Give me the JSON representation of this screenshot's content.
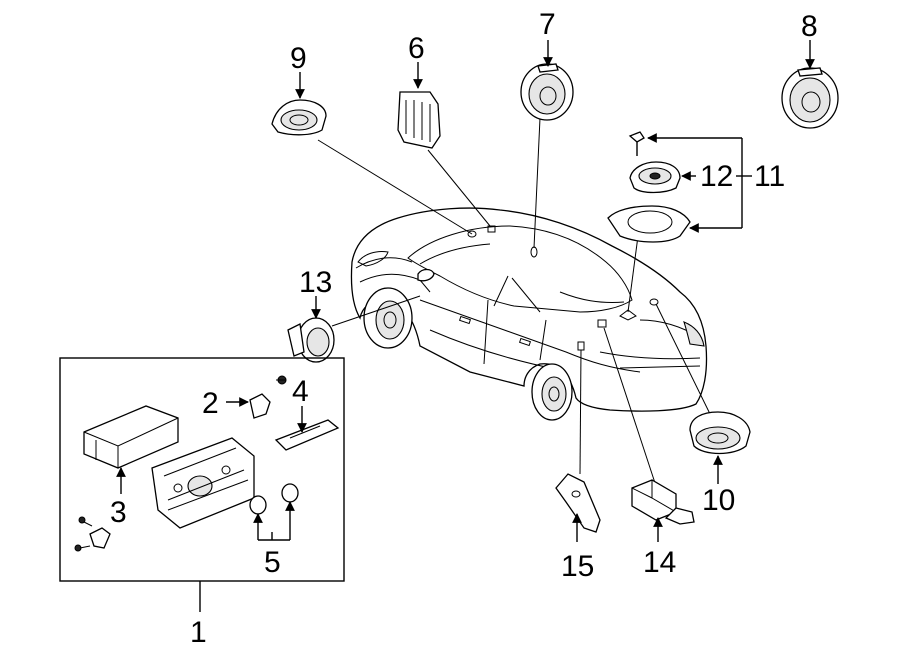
{
  "callouts": {
    "c1": "1",
    "c2": "2",
    "c3": "3",
    "c4": "4",
    "c5": "5",
    "c6": "6",
    "c7": "7",
    "c8": "8",
    "c9": "9",
    "c10": "10",
    "c11": "11",
    "c12": "12",
    "c13": "13",
    "c14": "14",
    "c15": "15"
  },
  "colors": {
    "line": "#000000",
    "background": "#ffffff",
    "part_shade": "#e6e6e6"
  }
}
